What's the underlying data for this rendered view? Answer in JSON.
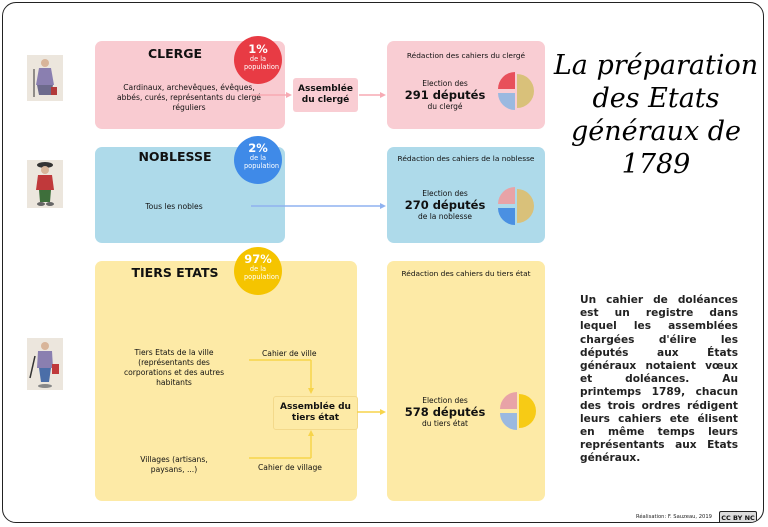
{
  "title": "La préparation des Etats généraux de 1789",
  "orders": {
    "clerge": {
      "name": "CLERGE",
      "percent": "1%",
      "percent_label": "de la population",
      "members": "Cardinaux, archevêques, évêques, abbés, curés, représentants du clergé réguliers",
      "assembly": "Assemblée du clergé",
      "redaction": "Rédaction des cahiers du clergé",
      "election_label": "Election des",
      "deputies": "291 députés",
      "deputies_of": "du clergé"
    },
    "noblesse": {
      "name": "NOBLESSE",
      "percent": "2%",
      "percent_label": "de la population",
      "members": "Tous les nobles",
      "redaction": "Rédaction des cahiers de la noblesse",
      "election_label": "Election des",
      "deputies": "270 députés",
      "deputies_of": "de la noblesse"
    },
    "tiers": {
      "name": "TIERS ETATS",
      "percent": "97%",
      "percent_label": "de la population",
      "ville": "Tiers Etats de la ville (représentants des corporations et des autres habitants",
      "villages": "Villages (artisans, paysans, ...)",
      "cahier_ville": "Cahier de ville",
      "cahier_village": "Cahier de village",
      "assembly": "Assemblée du tiers état",
      "redaction": "Rédaction des cahiers du tiers état",
      "election_label": "Election des",
      "deputies": "578 députés",
      "deputies_of": "du tiers état"
    }
  },
  "description": "Un cahier de doléances est un registre dans lequel les assemblées chargées d'élire les députés aux États généraux notaient vœux et doléances. Au printemps 1789, chacun des trois ordres rédigent leurs cahiers ete élisent en même temps leurs représentants aux Etats généraux.",
  "credit": "Réalisation: F. Sauzeau, 2019",
  "license": "CC BY NC SA",
  "colors": {
    "clerge": "#f9cbd1",
    "noblesse": "#aedaea",
    "tiers": "#fdeaa6",
    "badge_red": "#e83b44",
    "badge_blue": "#3f8ae8",
    "badge_yellow": "#f5c400",
    "pie_red": "#e8505b",
    "pie_blue": "#4a90e2",
    "pie_yellow": "#f7cb15",
    "pie_tan": "#d9c17a",
    "pie_muted_red": "#e8a3a7",
    "pie_muted_blue": "#9bb9e0"
  },
  "icons": [
    "clergy-figure-icon",
    "noble-figure-icon",
    "peasant-figure-icon",
    "creative-commons-icon"
  ]
}
